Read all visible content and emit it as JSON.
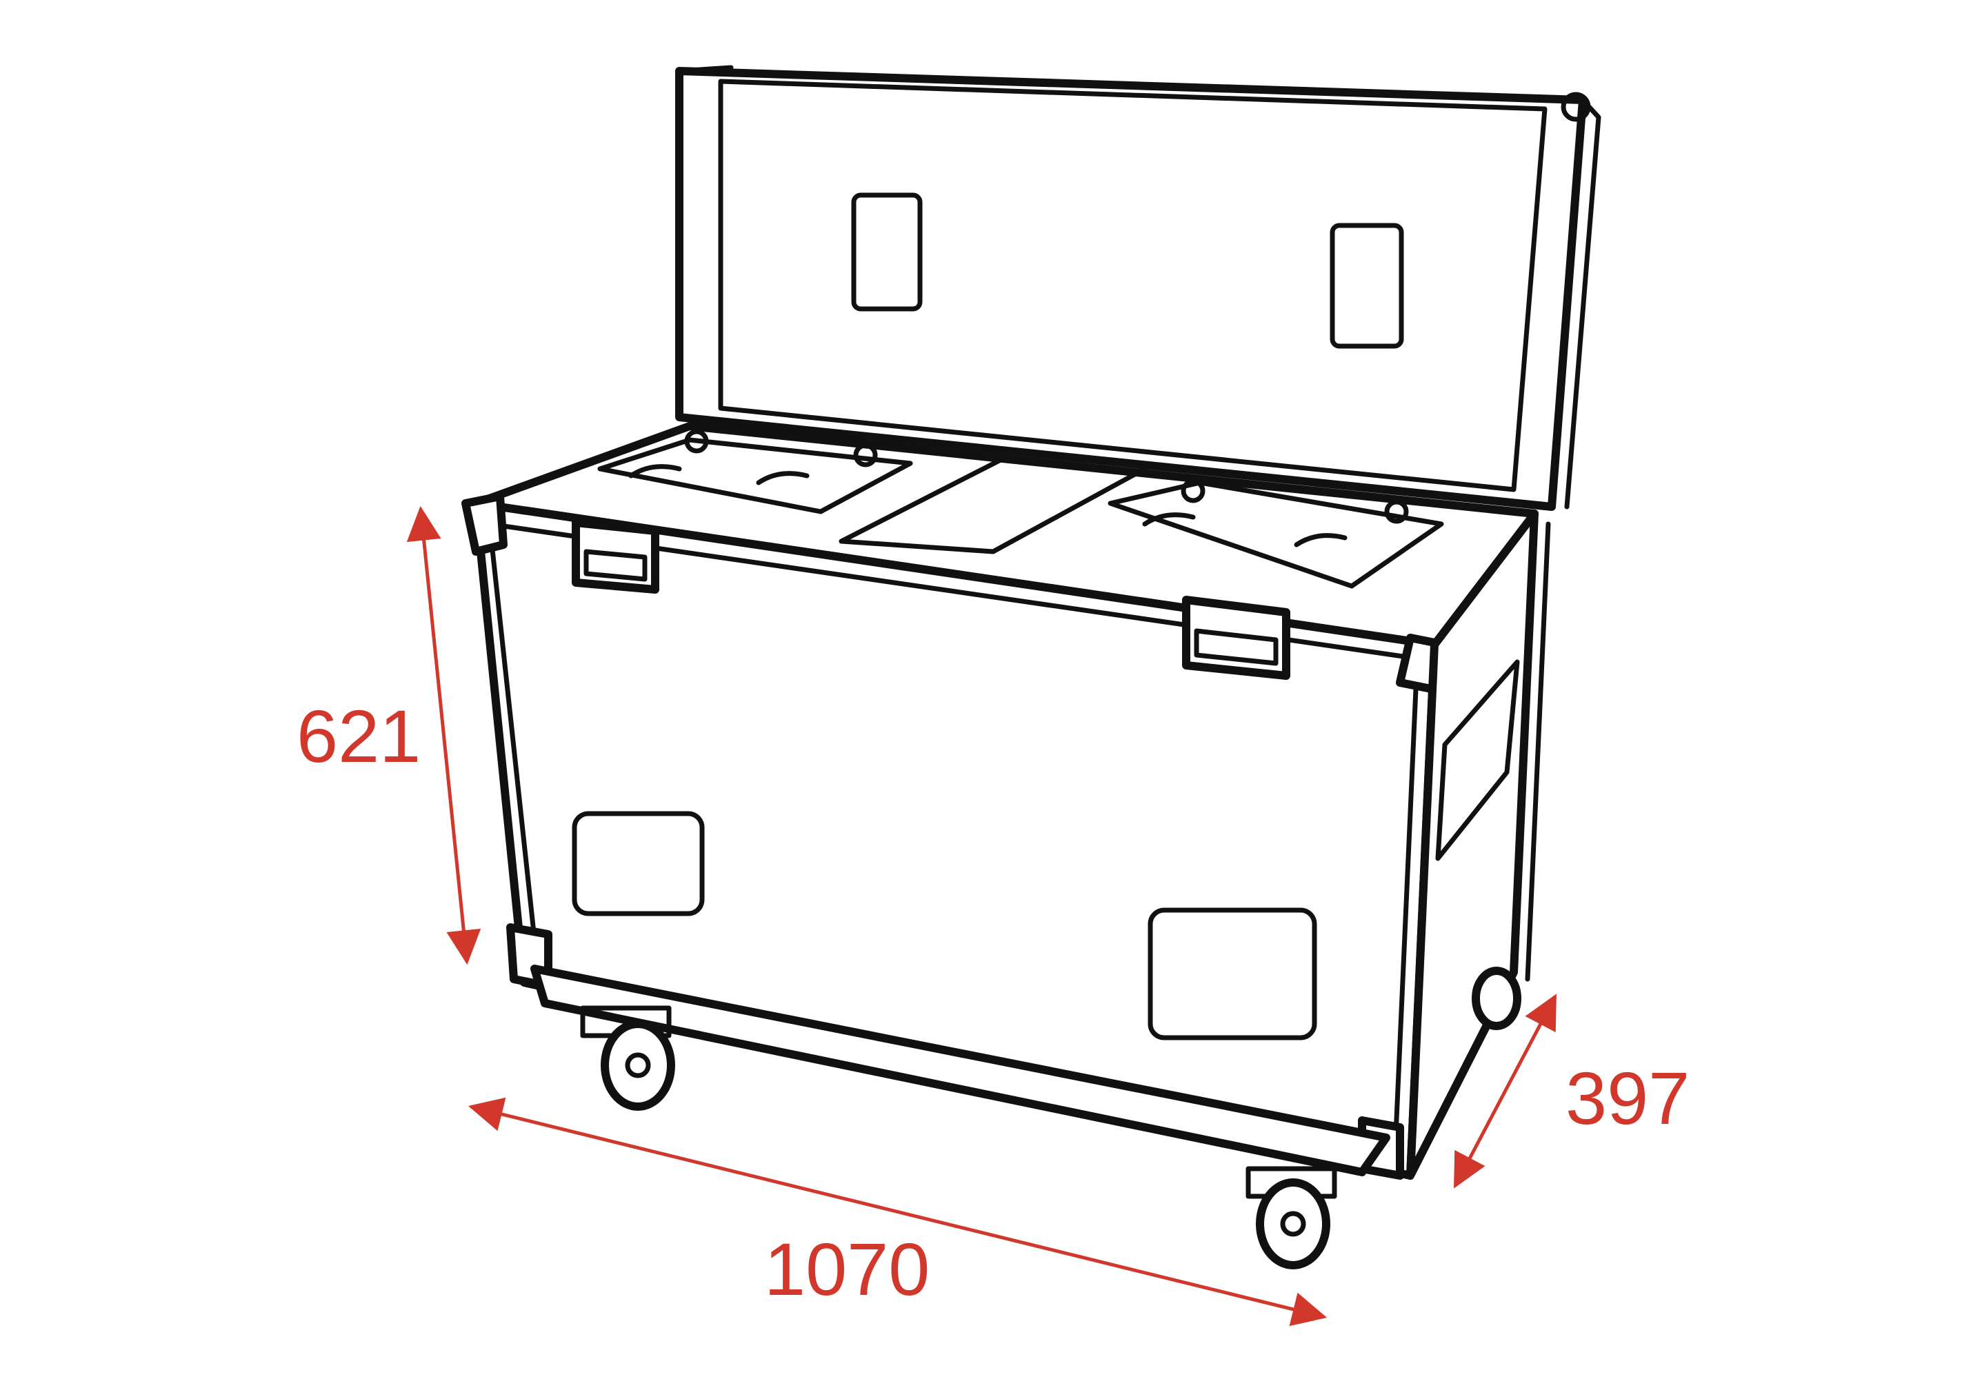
{
  "dimensions": {
    "height": {
      "label": "621"
    },
    "width": {
      "label": "1070"
    },
    "depth": {
      "label": "397"
    }
  },
  "colors": {
    "dimension": "#d2372b",
    "outline": "#111111",
    "background": "#ffffff"
  }
}
